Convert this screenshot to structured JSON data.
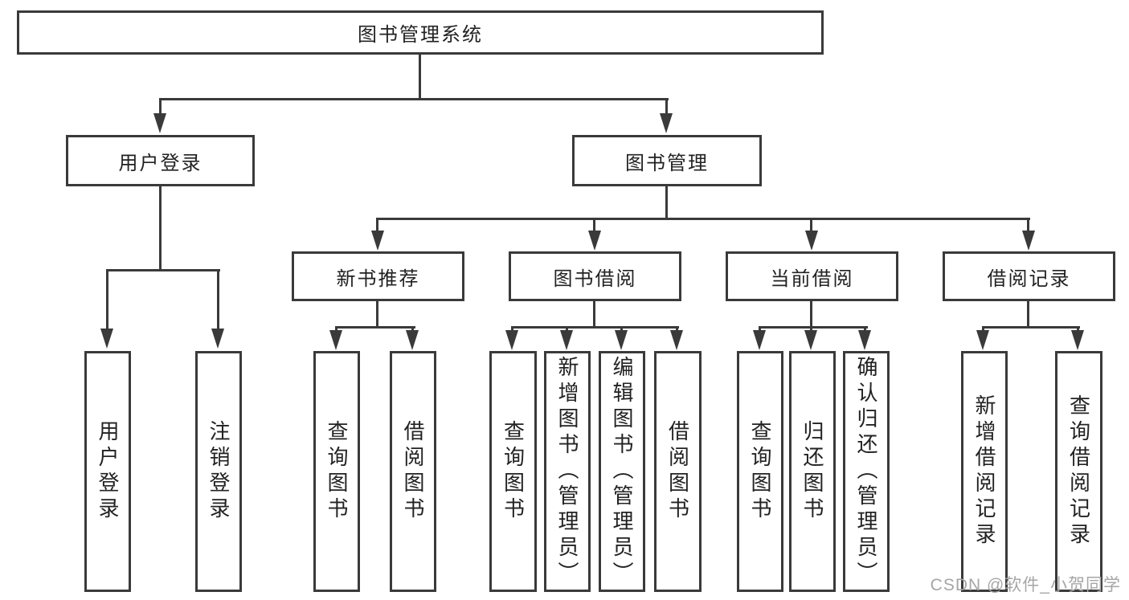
{
  "diagram": {
    "title": "图书管理系统",
    "branches": [
      {
        "label": "用户登录",
        "leaves": [
          "用户登录",
          "注销登录"
        ]
      },
      {
        "label": "图书管理",
        "children": [
          {
            "label": "新书推荐",
            "leaves": [
              "查询图书",
              "借阅图书"
            ]
          },
          {
            "label": "图书借阅",
            "leaves": [
              "查询图书",
              "新增图书（管理员）",
              "编辑图书（管理员）",
              "借阅图书"
            ]
          },
          {
            "label": "当前借阅",
            "leaves": [
              "查询图书",
              "归还图书",
              "确认归还（管理员）"
            ]
          },
          {
            "label": "借阅记录",
            "leaves": [
              "新增借阅记录",
              "查询借阅记录"
            ]
          }
        ]
      }
    ]
  },
  "watermark": {
    "text": "CSDN @软件_小贺同学"
  },
  "colors": {
    "line": "#3a3a3a",
    "text": "#222222",
    "background": "#ffffff",
    "watermark": "#a6a6a6"
  }
}
